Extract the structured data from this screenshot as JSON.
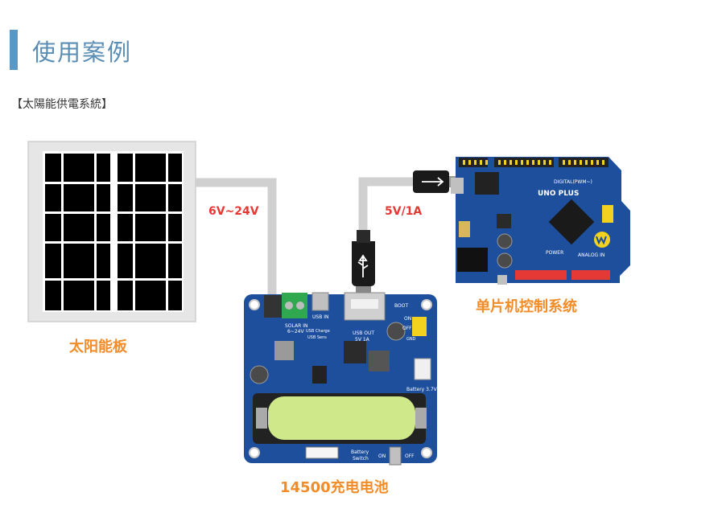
{
  "header": {
    "title": "使用案例",
    "subtitle": "【太陽能供電系統】"
  },
  "diagram": {
    "solar_panel_label": "太阳能板",
    "board_label": "14500充电电池",
    "mcu_label": "单片机控制系统",
    "solar_voltage": "6V~24V",
    "usb_output": "5V/1A",
    "board_text": {
      "solar_in": "SOLAR IN",
      "solar_range": "6~24V",
      "usb_in": "USB IN",
      "usb_charge": "USB Charge",
      "usb_sens": "USB Sens",
      "usb_out": "USB OUT",
      "usb_out_rating": "5V 1A",
      "boot": "BOOT",
      "on": "ON",
      "off": "OFF",
      "gnd": "GND",
      "battery": "Battery 3.7V",
      "battery_switch_1": "Battery",
      "battery_switch_2": "Switch"
    },
    "mcu_text": {
      "uno_plus": "UNO PLUS",
      "digital": "DIGITAL(PWM~)",
      "power": "POWER",
      "analog_in": "ANALOG IN"
    }
  },
  "colors": {
    "accent_blue": "#5b97c2",
    "label_orange": "#f28c28",
    "voltage_red": "#e53935",
    "pcb_blue": "#1e4f9c",
    "battery_green": "#cfe88a"
  }
}
